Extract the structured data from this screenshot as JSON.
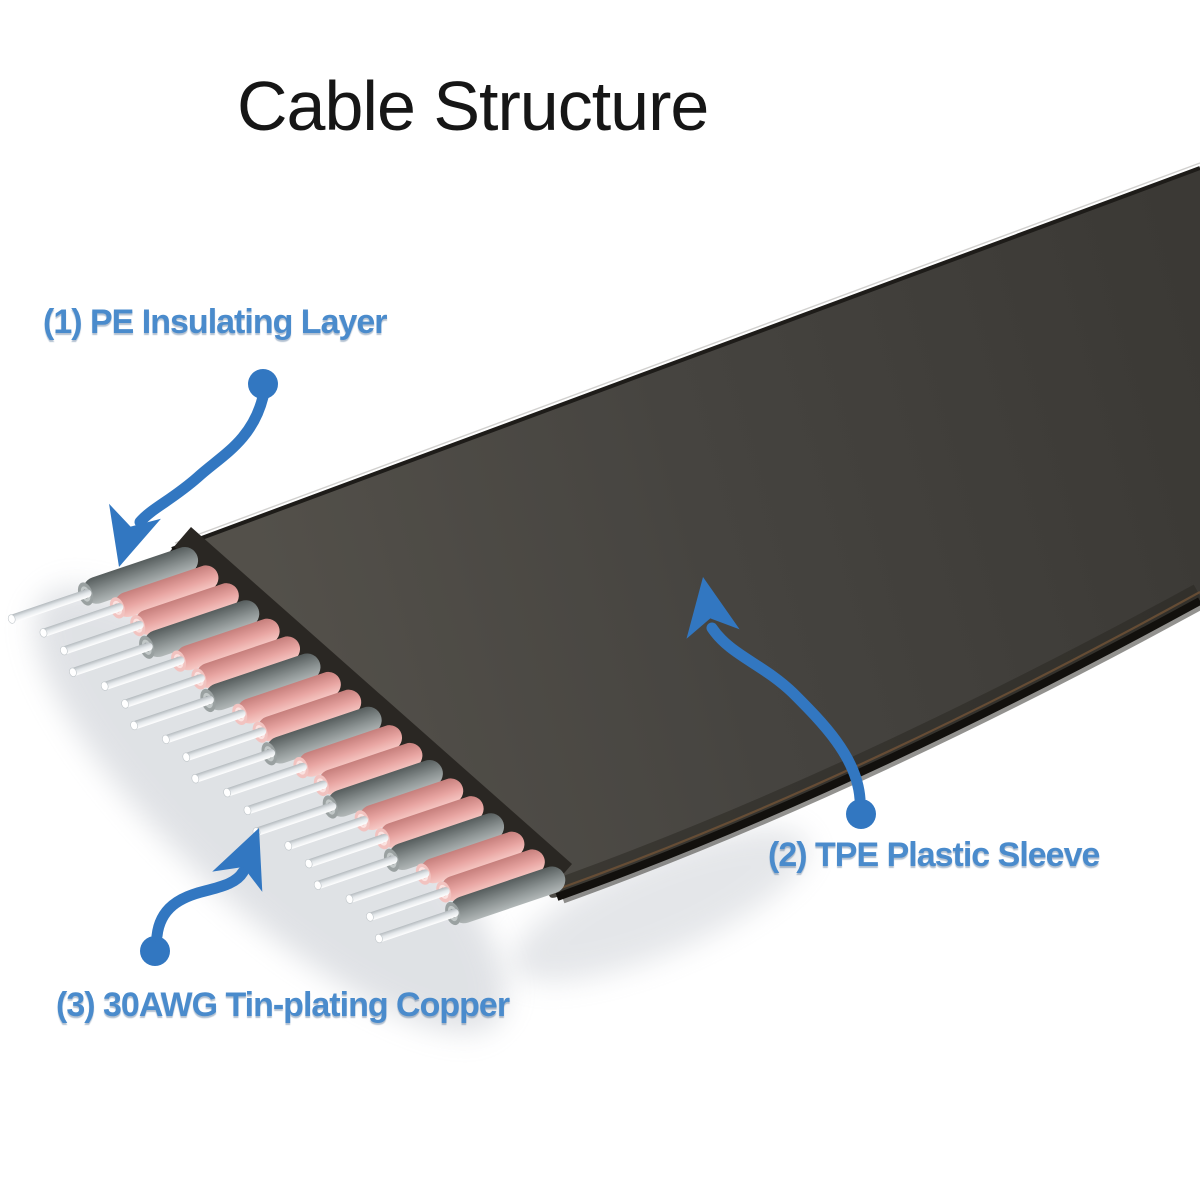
{
  "title": "Cable Structure",
  "labels": {
    "pe_layer": "(1) PE Insulating Layer",
    "tpe_sleeve": "(2) TPE Plastic Sleeve",
    "copper": "(3) 30AWG Tin-plating Copper"
  },
  "colors": {
    "label_blue": "#4a8bcc",
    "arrow_blue": "#3277c1",
    "title_black": "#161616",
    "sleeve_dark": "#454340",
    "sleeve_edge_bronze": "#6e5136",
    "wire_pink": "#e8a5a2",
    "wire_gray": "#8a9191",
    "conductor_silver": "#eef1f3"
  },
  "cable": {
    "wire_count": 19,
    "pattern": [
      "gray",
      "pink",
      "pink"
    ]
  }
}
